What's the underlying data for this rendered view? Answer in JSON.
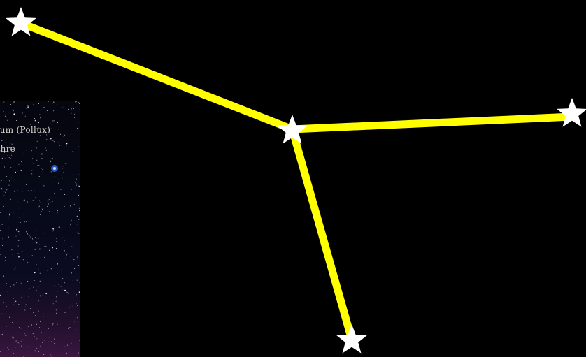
{
  "photo_captions": {
    "line1": "iorum (Pollux)",
    "line2": "Jahre"
  },
  "constellation": {
    "line_color": "#ffff00",
    "star_color": "#ffffff",
    "stars": [
      "star-1",
      "star-2",
      "star-3",
      "star-4"
    ],
    "segments": [
      {
        "from": "star-1",
        "to": "star-2"
      },
      {
        "from": "star-2",
        "to": "star-3"
      },
      {
        "from": "star-2",
        "to": "star-4"
      }
    ]
  },
  "icons": {
    "star": "five-point-star-icon"
  }
}
